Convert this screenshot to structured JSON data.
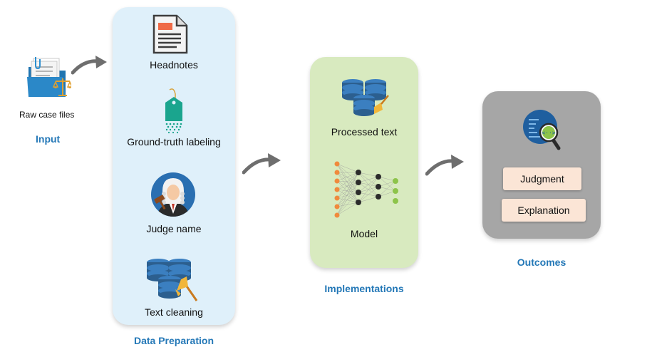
{
  "input": {
    "file_label": "Raw case files",
    "title": "Input"
  },
  "data_preparation": {
    "title": "Data Preparation",
    "items": [
      {
        "label": "Headnotes",
        "icon": "document-icon"
      },
      {
        "label": "Ground-truth labeling",
        "icon": "tag-icon"
      },
      {
        "label": "Judge name",
        "icon": "judge-icon"
      },
      {
        "label": "Text cleaning",
        "icon": "database-broom-icon"
      }
    ]
  },
  "implementations": {
    "title": "Implementations",
    "items": [
      {
        "label": "Processed text",
        "icon": "database-icon"
      },
      {
        "label": "Model",
        "icon": "neural-network-icon"
      }
    ]
  },
  "outcomes": {
    "title": "Outcomes",
    "items": [
      {
        "label": "Judgment"
      },
      {
        "label": "Explanation"
      }
    ]
  },
  "colors": {
    "title_blue": "#2478b7",
    "prep_panel": "#dff0fa",
    "impl_panel": "#d8eabf",
    "out_panel": "#a6a6a6",
    "outcome_box": "#fbe5d6",
    "arrow": "#6e6e6e"
  }
}
